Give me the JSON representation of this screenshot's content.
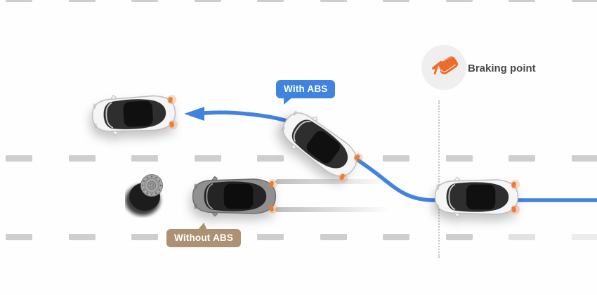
{
  "badges": {
    "with_abs": "With ABS",
    "without_abs": "Without ABS"
  },
  "braking_point": {
    "label": "Braking point",
    "icon": "brake-pedal-icon"
  },
  "icons": {
    "path_arrow": "left-arrow-icon",
    "braking": "brake-pedal-icon",
    "obstacle": "barrel-icon"
  },
  "colors": {
    "abs-blue": "#4183E0",
    "without-abs-tan": "#AD9172",
    "braking-orange": "#F06A2A",
    "icon-circle-bg": "#EFEFEF",
    "lane-dash-gray": "#CBCBCB",
    "label-text": "#4A4A4A",
    "taillight-orange": "#ED7A36"
  }
}
